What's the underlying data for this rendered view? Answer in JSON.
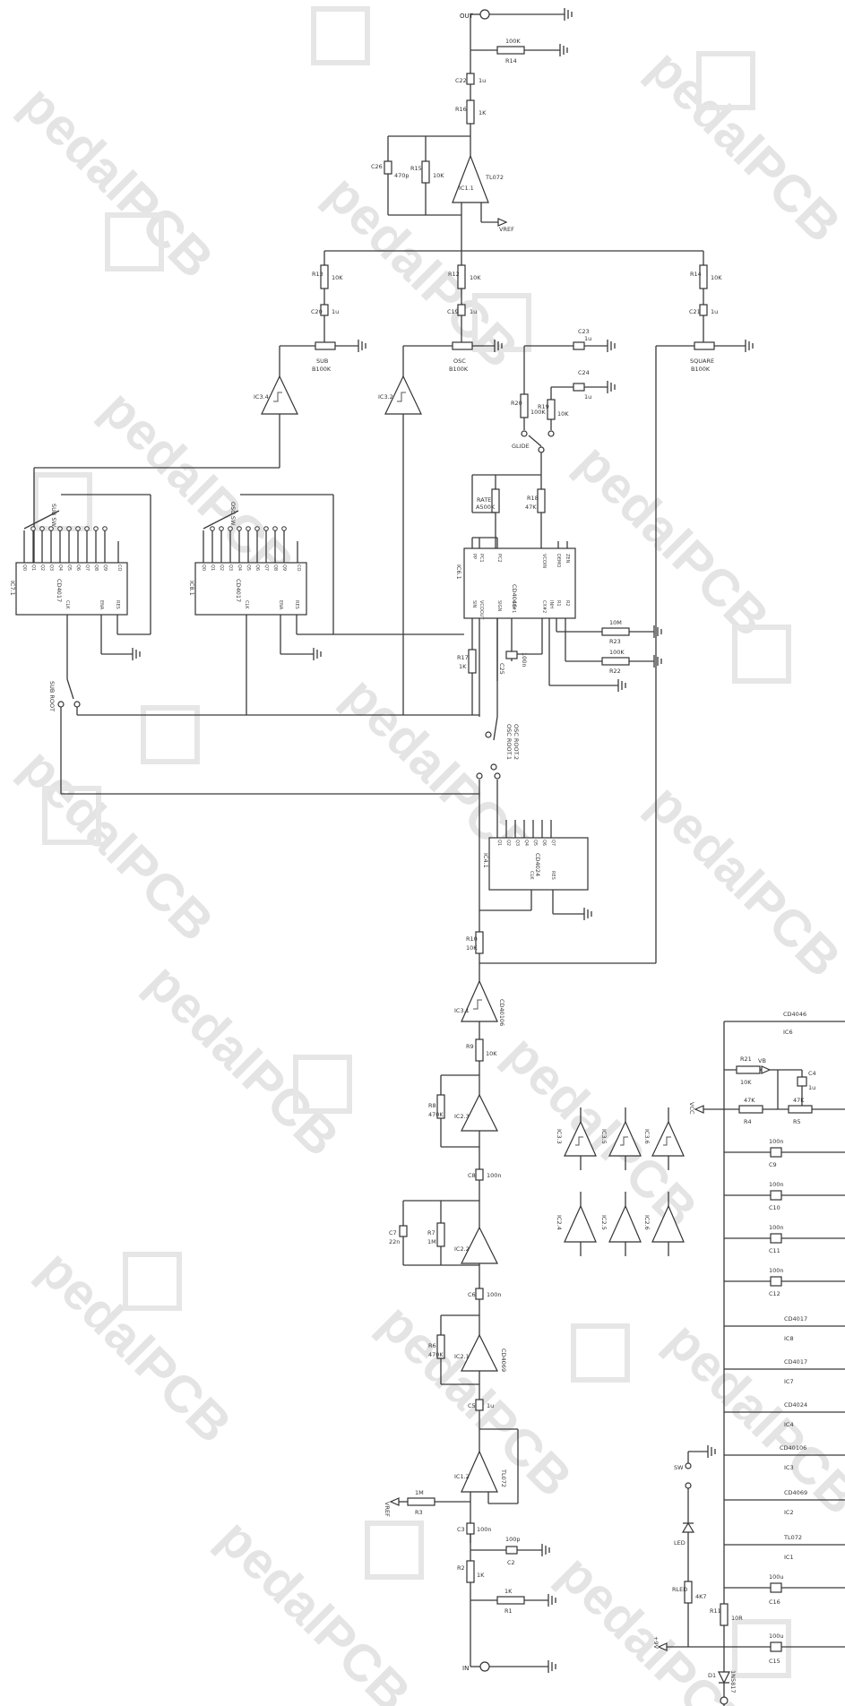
{
  "watermark": "pedalPCB",
  "ports": {
    "input": "IN",
    "output": "OUT",
    "vref": "VREF",
    "power_in": "+9V",
    "vcc": "VCC",
    "vb": "VB"
  },
  "output_section": {
    "r14": {
      "ref": "R14",
      "val": "100K"
    },
    "c22": {
      "ref": "C22",
      "val": "1u"
    },
    "r16": {
      "ref": "R16",
      "val": "1K"
    },
    "c26": {
      "ref": "C26",
      "val": "470p"
    },
    "r15": {
      "ref": "R15",
      "val": "10K"
    },
    "ic11": {
      "ref": "IC1.1",
      "val": "TL072"
    },
    "vref": "VREF"
  },
  "mix": {
    "r13": {
      "ref": "R13",
      "val": "10K"
    },
    "r12": {
      "ref": "R12",
      "val": "10K"
    },
    "r14b": {
      "ref": "R14",
      "val": "10K"
    },
    "c20": {
      "ref": "C20",
      "val": "1u"
    },
    "c19": {
      "ref": "C19",
      "val": "1u"
    },
    "c21": {
      "ref": "C21",
      "val": "1u"
    },
    "sub": {
      "ref": "SUB",
      "val": "B100K"
    },
    "osc": {
      "ref": "OSC",
      "val": "B100K"
    },
    "square": {
      "ref": "SQUARE",
      "val": "B100K"
    }
  },
  "buffers": {
    "ic34": "IC3.4",
    "ic32": "IC3.2",
    "ic31": {
      "ref": "IC3.1",
      "val": "CD40106"
    }
  },
  "pll": {
    "r20": {
      "ref": "R20",
      "val": "100K"
    },
    "r19": {
      "ref": "R19",
      "val": "10K"
    },
    "c23": {
      "ref": "C23",
      "val": "1u"
    },
    "c24": {
      "ref": "C24",
      "val": "1u"
    },
    "glide": "GLIDE",
    "rate": {
      "ref": "RATE",
      "val": "A500K"
    },
    "r18": {
      "ref": "R18",
      "val": "47K"
    },
    "ic61": {
      "ref": "IC6.1",
      "val": "CD4046"
    },
    "pins_left": [
      "PP",
      "PC1",
      "PC2",
      "VCOIN",
      "DEMO",
      "ZEN"
    ],
    "pins_right": [
      "SIN",
      "VCOOUT",
      "SIGN",
      "CX#1",
      "CX#2",
      "INH",
      "R1",
      "R2"
    ],
    "r23": {
      "ref": "R23",
      "val": "10M"
    },
    "r22": {
      "ref": "R22",
      "val": "100K"
    },
    "r17": {
      "ref": "R17",
      "val": "1K"
    },
    "c25": {
      "ref": "C25",
      "val": "100n"
    }
  },
  "dividers": {
    "ic71": {
      "ref": "IC7.1",
      "val": "CD4017"
    },
    "ic81": {
      "ref": "IC8.1",
      "val": "CD4017"
    },
    "pins_q": [
      "Q0",
      "Q1",
      "Q2",
      "Q3",
      "Q4",
      "Q5",
      "Q6",
      "Q7",
      "Q8",
      "Q9",
      "CO"
    ],
    "pins_b": [
      "CLK",
      "ENA",
      "RES"
    ],
    "sub_sw": "SUB SW",
    "osc_sw": "OSC SW",
    "sub_root": "SUB ROOT",
    "osc_root_1": "OSC ROOT.1",
    "osc_root_2": "OSC ROOT.2",
    "ic41": {
      "ref": "IC4.1",
      "val": "CD4024"
    },
    "pins_41": [
      "Q1",
      "Q2",
      "Q3",
      "Q4",
      "Q5",
      "Q6",
      "Q7",
      "CLK",
      "RES"
    ]
  },
  "input_chain": {
    "r10": {
      "ref": "R10",
      "val": "10K"
    },
    "r9": {
      "ref": "R9",
      "val": "10K"
    },
    "r8": {
      "ref": "R8",
      "val": "470K"
    },
    "ic23": "IC2.3",
    "c8": {
      "ref": "C8",
      "val": "100n"
    },
    "r7": {
      "ref": "R7",
      "val": "1M"
    },
    "c7": {
      "ref": "C7",
      "val": "22n"
    },
    "ic22": "IC2.2",
    "c6": {
      "ref": "C6",
      "val": "100n"
    },
    "r6": {
      "ref": "R6",
      "val": "470K"
    },
    "ic21": {
      "ref": "IC2.1",
      "val": "CD4069"
    },
    "c5": {
      "ref": "C5",
      "val": "1u"
    },
    "ic12": {
      "ref": "IC1.2",
      "val": "TL072"
    },
    "r3": {
      "ref": "R3",
      "val": "1M"
    },
    "c3": {
      "ref": "C3",
      "val": "100n"
    },
    "c2": {
      "ref": "C2",
      "val": "100p"
    },
    "r2": {
      "ref": "R2",
      "val": "1K"
    },
    "r1": {
      "ref": "R1",
      "val": "1K"
    }
  },
  "unused_gates": [
    "IC3.3",
    "IC3.5",
    "IC3.6",
    "IC2.4",
    "IC2.5",
    "IC2.6"
  ],
  "power": {
    "ic6": {
      "ref": "IC6",
      "val": "CD4046"
    },
    "r21": {
      "ref": "R21",
      "val": "10K"
    },
    "c4": {
      "ref": "C4",
      "val": "1u"
    },
    "r4": {
      "ref": "R4",
      "val": "47K"
    },
    "r5": {
      "ref": "R5",
      "val": "47K"
    },
    "c9": {
      "ref": "C9",
      "val": "100n"
    },
    "c10": {
      "ref": "C10",
      "val": "100n"
    },
    "c11": {
      "ref": "C11",
      "val": "100n"
    },
    "c12": {
      "ref": "C12",
      "val": "100n"
    },
    "ic8": {
      "ref": "IC8",
      "val": "CD4017"
    },
    "ic7": {
      "ref": "IC7",
      "val": "CD4017"
    },
    "ic4": {
      "ref": "IC4",
      "val": "CD4024"
    },
    "ic3": {
      "ref": "IC3",
      "val": "CD40106"
    },
    "ic2": {
      "ref": "IC2",
      "val": "CD4069"
    },
    "ic1": {
      "ref": "IC1",
      "val": "TL072"
    },
    "led": "LED",
    "sw": "SW",
    "rled": {
      "ref": "RLED",
      "val": "4K7"
    },
    "c16": {
      "ref": "C16",
      "val": "100u"
    },
    "r11": {
      "ref": "R11",
      "val": "10R"
    },
    "c15": {
      "ref": "C15",
      "val": "100u"
    },
    "d1": {
      "ref": "D1",
      "val": "1N5817"
    }
  }
}
